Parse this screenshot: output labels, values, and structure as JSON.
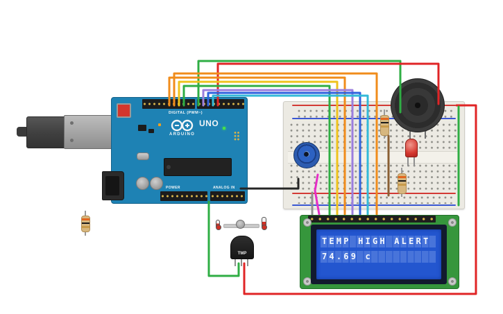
{
  "canvas": {
    "background": "#ffffff"
  },
  "arduino": {
    "digital_label": "DIGITAL (PWM~)",
    "model": "UNO",
    "brand": "ARDUINO",
    "power_label": "POWER",
    "analog_label": "ANALOG IN",
    "board_color": "#1e82b4"
  },
  "lcd": {
    "line1": "TEMP HIGH ALERT",
    "line2": "74.69 c",
    "screen_color": "#2356cf",
    "pcb_color": "#36963c"
  },
  "tmp36": {
    "label": "TMP"
  },
  "wire_colors": {
    "red": "#e02426",
    "green": "#2fae44",
    "orange": "#f08c1b",
    "yellow": "#efc31d",
    "blue": "#2f62de",
    "cyan": "#32b9d8",
    "purple": "#9b7ede",
    "magenta": "#e62ec7",
    "black": "#262626",
    "gray": "#8f8f8f",
    "brown": "#8a5f33"
  }
}
